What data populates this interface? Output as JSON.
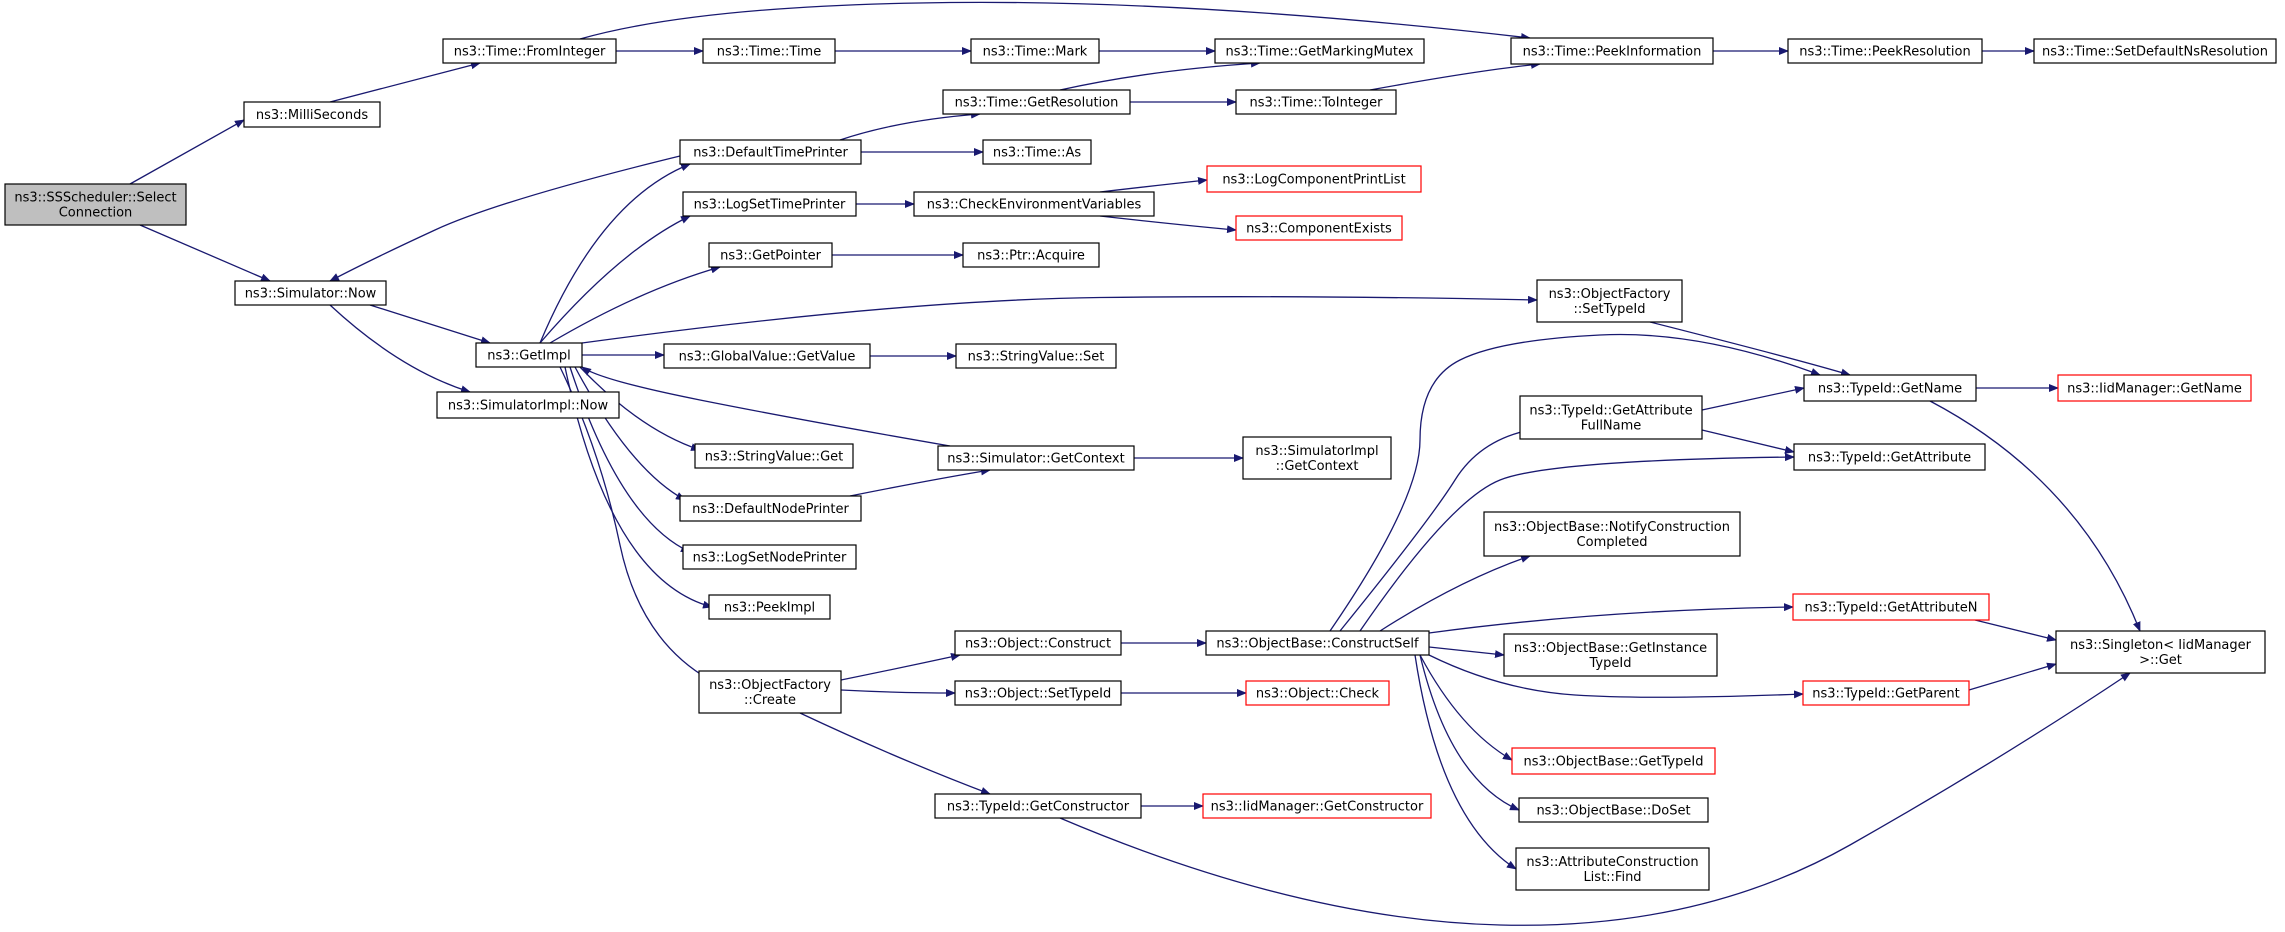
{
  "colors": {
    "edge": "#191970",
    "root_fill": "#bfbfbf",
    "truncated_border": "#ff0000",
    "node_border": "#000000"
  },
  "nodes": [
    {
      "id": "select",
      "lines": [
        "ns3::SSScheduler::Select",
        "Connection"
      ],
      "style": "root"
    },
    {
      "id": "millis",
      "lines": [
        "ns3::MilliSeconds"
      ]
    },
    {
      "id": "simnow",
      "lines": [
        "ns3::Simulator::Now"
      ]
    },
    {
      "id": "fromint",
      "lines": [
        "ns3::Time::FromInteger"
      ]
    },
    {
      "id": "timetime",
      "lines": [
        "ns3::Time::Time"
      ]
    },
    {
      "id": "mark",
      "lines": [
        "ns3::Time::Mark"
      ]
    },
    {
      "id": "mutex",
      "lines": [
        "ns3::Time::GetMarkingMutex"
      ]
    },
    {
      "id": "peekinfo",
      "lines": [
        "ns3::Time::PeekInformation"
      ]
    },
    {
      "id": "peekres",
      "lines": [
        "ns3::Time::PeekResolution"
      ]
    },
    {
      "id": "setdef",
      "lines": [
        "ns3::Time::SetDefaultNsResolution"
      ]
    },
    {
      "id": "getres",
      "lines": [
        "ns3::Time::GetResolution"
      ]
    },
    {
      "id": "toint",
      "lines": [
        "ns3::Time::ToInteger"
      ]
    },
    {
      "id": "deftp",
      "lines": [
        "ns3::DefaultTimePrinter"
      ]
    },
    {
      "id": "timeas",
      "lines": [
        "ns3::Time::As"
      ]
    },
    {
      "id": "logstp",
      "lines": [
        "ns3::LogSetTimePrinter"
      ]
    },
    {
      "id": "checkenv",
      "lines": [
        "ns3::CheckEnvironmentVariables"
      ]
    },
    {
      "id": "logcpl",
      "lines": [
        "ns3::LogComponentPrintList"
      ],
      "style": "red"
    },
    {
      "id": "compex",
      "lines": [
        "ns3::ComponentExists"
      ],
      "style": "red"
    },
    {
      "id": "getptr",
      "lines": [
        "ns3::GetPointer"
      ]
    },
    {
      "id": "ptracq",
      "lines": [
        "ns3::Ptr::Acquire"
      ]
    },
    {
      "id": "getimpl",
      "lines": [
        "ns3::GetImpl"
      ]
    },
    {
      "id": "simimplnow",
      "lines": [
        "ns3::SimulatorImpl::Now"
      ]
    },
    {
      "id": "gvget",
      "lines": [
        "ns3::GlobalValue::GetValue"
      ]
    },
    {
      "id": "svset",
      "lines": [
        "ns3::StringValue::Set"
      ]
    },
    {
      "id": "ofsettid",
      "lines": [
        "ns3::ObjectFactory",
        "::SetTypeId"
      ]
    },
    {
      "id": "tidgetname",
      "lines": [
        "ns3::TypeId::GetName"
      ]
    },
    {
      "id": "iidgetname",
      "lines": [
        "ns3::IidManager::GetName"
      ],
      "style": "red"
    },
    {
      "id": "tidgafn",
      "lines": [
        "ns3::TypeId::GetAttribute",
        "FullName"
      ]
    },
    {
      "id": "tidga",
      "lines": [
        "ns3::TypeId::GetAttribute"
      ]
    },
    {
      "id": "svget",
      "lines": [
        "ns3::StringValue::Get"
      ]
    },
    {
      "id": "simgetctx",
      "lines": [
        "ns3::Simulator::GetContext"
      ]
    },
    {
      "id": "simimplctx",
      "lines": [
        "ns3::SimulatorImpl",
        "::GetContext"
      ]
    },
    {
      "id": "defnp",
      "lines": [
        "ns3::DefaultNodePrinter"
      ]
    },
    {
      "id": "lognp",
      "lines": [
        "ns3::LogSetNodePrinter"
      ]
    },
    {
      "id": "peekimpl",
      "lines": [
        "ns3::PeekImpl"
      ]
    },
    {
      "id": "obnotify",
      "lines": [
        "ns3::ObjectBase::NotifyConstruction",
        "Completed"
      ]
    },
    {
      "id": "objconstruct",
      "lines": [
        "ns3::Object::Construct"
      ]
    },
    {
      "id": "obconstructself",
      "lines": [
        "ns3::ObjectBase::ConstructSelf"
      ]
    },
    {
      "id": "tidgan",
      "lines": [
        "ns3::TypeId::GetAttributeN"
      ],
      "style": "red"
    },
    {
      "id": "singleton",
      "lines": [
        "ns3::Singleton< IidManager",
        ">::Get"
      ]
    },
    {
      "id": "obgetitid",
      "lines": [
        "ns3::ObjectBase::GetInstance",
        "TypeId"
      ]
    },
    {
      "id": "ofcreate",
      "lines": [
        "ns3::ObjectFactory",
        "::Create"
      ]
    },
    {
      "id": "objsettid",
      "lines": [
        "ns3::Object::SetTypeId"
      ]
    },
    {
      "id": "objcheck",
      "lines": [
        "ns3::Object::Check"
      ],
      "style": "red"
    },
    {
      "id": "tidparent",
      "lines": [
        "ns3::TypeId::GetParent"
      ],
      "style": "red"
    },
    {
      "id": "obgettid",
      "lines": [
        "ns3::ObjectBase::GetTypeId"
      ],
      "style": "red"
    },
    {
      "id": "tidgetctor",
      "lines": [
        "ns3::TypeId::GetConstructor"
      ]
    },
    {
      "id": "iidgetctor",
      "lines": [
        "ns3::IidManager::GetConstructor"
      ],
      "style": "red"
    },
    {
      "id": "obdoset",
      "lines": [
        "ns3::ObjectBase::DoSet"
      ]
    },
    {
      "id": "acl",
      "lines": [
        "ns3::AttributeConstruction",
        "List::Find"
      ]
    }
  ],
  "edges": [
    [
      "select",
      "millis"
    ],
    [
      "select",
      "simnow"
    ],
    [
      "millis",
      "fromint"
    ],
    [
      "fromint",
      "timetime"
    ],
    [
      "fromint",
      "peekinfo"
    ],
    [
      "timetime",
      "mark"
    ],
    [
      "mark",
      "mutex"
    ],
    [
      "peekinfo",
      "peekres"
    ],
    [
      "peekres",
      "setdef"
    ],
    [
      "getres",
      "mutex"
    ],
    [
      "getres",
      "toint"
    ],
    [
      "toint",
      "peekinfo"
    ],
    [
      "simnow",
      "getimpl"
    ],
    [
      "simnow",
      "simimplnow"
    ],
    [
      "getimpl",
      "deftp"
    ],
    [
      "getimpl",
      "logstp"
    ],
    [
      "getimpl",
      "getptr"
    ],
    [
      "getimpl",
      "ofsettid"
    ],
    [
      "getimpl",
      "gvget"
    ],
    [
      "getimpl",
      "svget"
    ],
    [
      "getimpl",
      "defnp"
    ],
    [
      "getimpl",
      "lognp"
    ],
    [
      "getimpl",
      "peekimpl"
    ],
    [
      "getimpl",
      "ofcreate"
    ],
    [
      "deftp",
      "simnow"
    ],
    [
      "deftp",
      "getres"
    ],
    [
      "deftp",
      "timeas"
    ],
    [
      "logstp",
      "checkenv"
    ],
    [
      "checkenv",
      "logcpl"
    ],
    [
      "checkenv",
      "compex"
    ],
    [
      "getptr",
      "ptracq"
    ],
    [
      "gvget",
      "svset"
    ],
    [
      "ofsettid",
      "tidgetname"
    ],
    [
      "tidgetname",
      "iidgetname"
    ],
    [
      "tidgetname",
      "singleton"
    ],
    [
      "simgetctx",
      "getimpl"
    ],
    [
      "simgetctx",
      "simimplctx"
    ],
    [
      "defnp",
      "simgetctx"
    ],
    [
      "ofcreate",
      "objconstruct"
    ],
    [
      "ofcreate",
      "objsettid"
    ],
    [
      "ofcreate",
      "tidgetctor"
    ],
    [
      "objconstruct",
      "obconstructself"
    ],
    [
      "objsettid",
      "objcheck"
    ],
    [
      "tidgetctor",
      "iidgetctor"
    ],
    [
      "tidgetctor",
      "singleton"
    ],
    [
      "obconstructself",
      "tidgetname"
    ],
    [
      "obconstructself",
      "tidgafn"
    ],
    [
      "obconstructself",
      "tidga"
    ],
    [
      "obconstructself",
      "obnotify"
    ],
    [
      "obconstructself",
      "tidgan"
    ],
    [
      "obconstructself",
      "obgetitid"
    ],
    [
      "obconstructself",
      "tidparent"
    ],
    [
      "obconstructself",
      "obgettid"
    ],
    [
      "obconstructself",
      "obdoset"
    ],
    [
      "obconstructself",
      "acl"
    ],
    [
      "tidgafn",
      "tidgetname"
    ],
    [
      "tidgafn",
      "tidga"
    ],
    [
      "tidgan",
      "singleton"
    ],
    [
      "tidparent",
      "singleton"
    ]
  ]
}
